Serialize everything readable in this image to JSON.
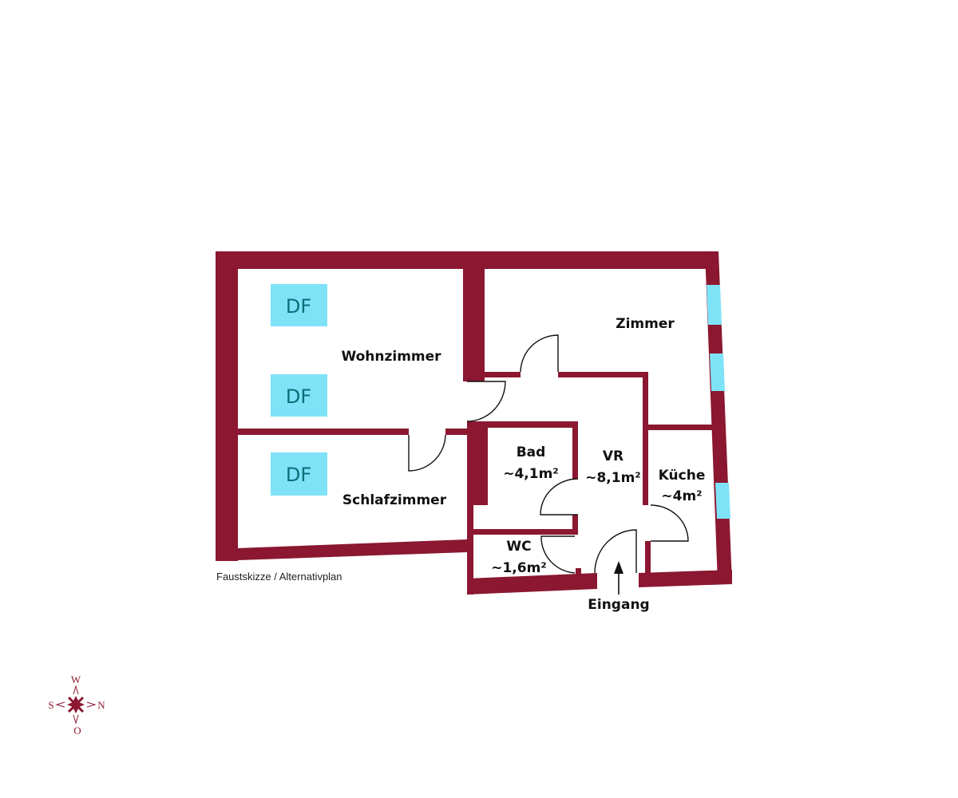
{
  "colors": {
    "wall": "#8b1730",
    "window": "#7fe3f8",
    "skylight": "#7fe3f8",
    "skylight_text": "#0e6e78"
  },
  "rooms": {
    "wohnzimmer": "Wohnzimmer",
    "zimmer": "Zimmer",
    "schlafzimmer": "Schlafzimmer",
    "bad": {
      "name": "Bad",
      "area": "~4,1m²"
    },
    "vr": {
      "name": "VR",
      "area": "~8,1m²"
    },
    "kueche": {
      "name": "Küche",
      "area": "~4m²"
    },
    "wc": {
      "name": "WC",
      "area": "~1,6m²"
    }
  },
  "skylights": [
    "DF",
    "DF",
    "DF"
  ],
  "entrance": "Eingang",
  "note": "Faustskizze / Alternativplan",
  "compass": {
    "top": "W",
    "left": "S",
    "right": "N",
    "bottom": "O"
  }
}
